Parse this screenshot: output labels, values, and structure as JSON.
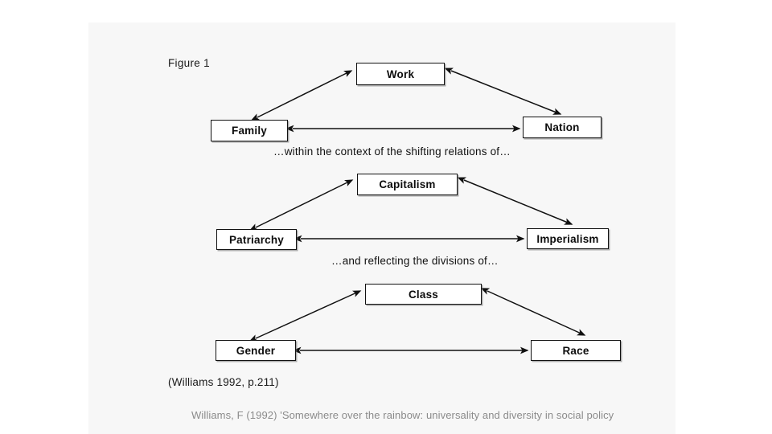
{
  "slide": {
    "figure_label": "Figure 1",
    "source_note": "(Williams 1992, p.211)",
    "caption": "Williams, F (1992) 'Somewhere over the rainbow: universality and diversity in social policy",
    "background_color": "#f7f7f7",
    "box_border_color": "#111111",
    "caption_color": "#8b8b8b"
  },
  "tiers": [
    {
      "id": "tier-1",
      "apex": {
        "label": "Work"
      },
      "left": {
        "label": "Family"
      },
      "right": {
        "label": "Nation"
      }
    },
    {
      "id": "tier-2",
      "apex": {
        "label": "Capitalism"
      },
      "left": {
        "label": "Patriarchy"
      },
      "right": {
        "label": "Imperialism"
      }
    },
    {
      "id": "tier-3",
      "apex": {
        "label": "Class"
      },
      "left": {
        "label": "Gender"
      },
      "right": {
        "label": "Race"
      }
    }
  ],
  "connectors": [
    {
      "id": "connector-1",
      "text": "…within the context of the shifting relations of…"
    },
    {
      "id": "connector-2",
      "text": "…and reflecting the divisions of…"
    }
  ]
}
